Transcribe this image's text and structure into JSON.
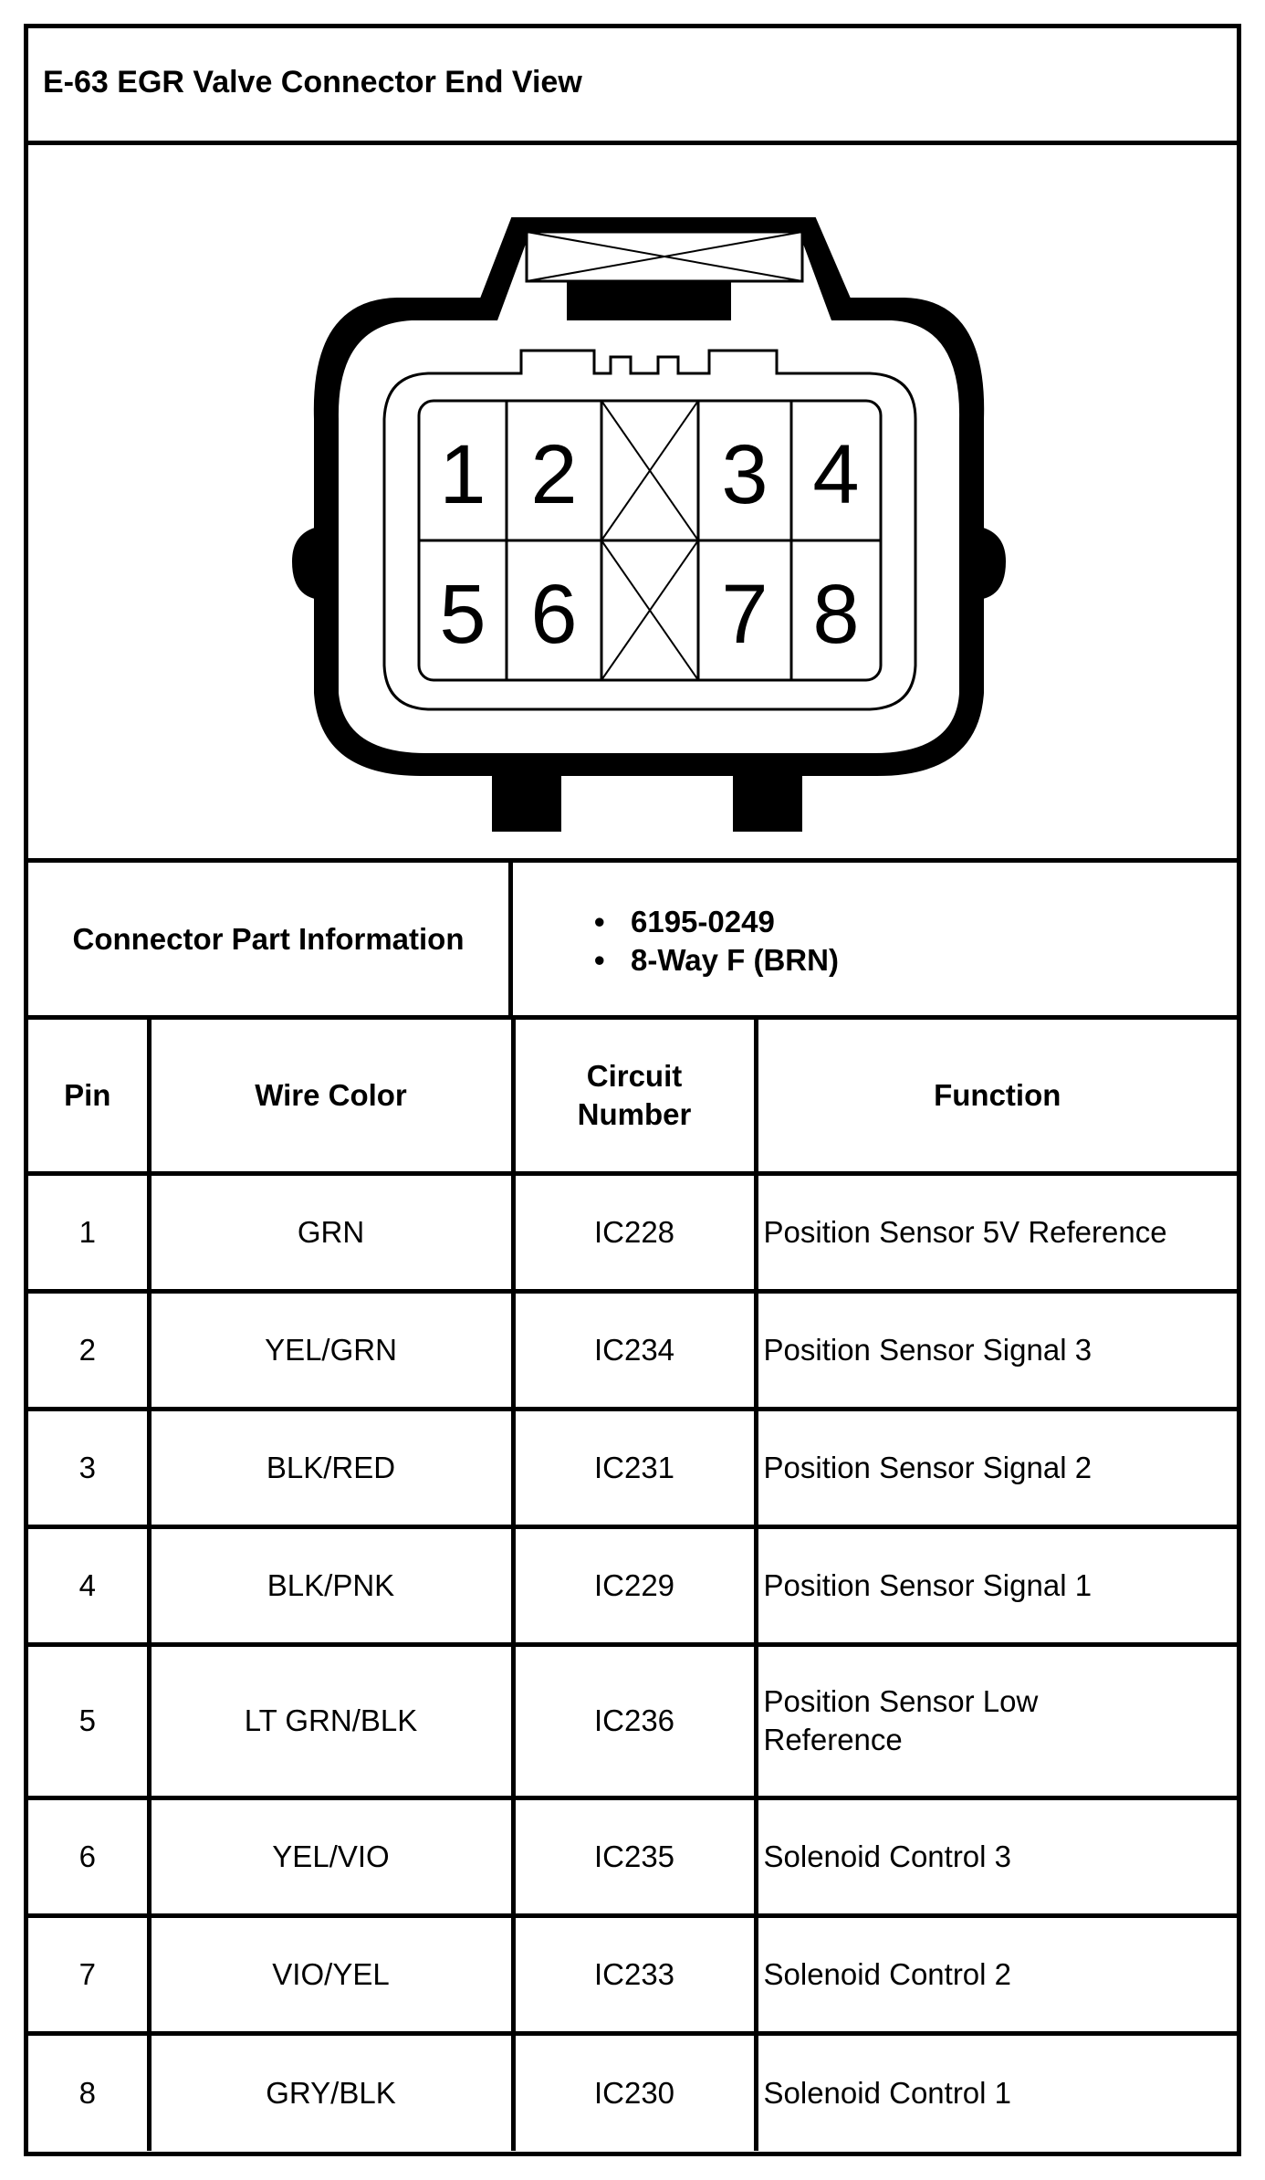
{
  "title": "E-63 EGR Valve Connector End View",
  "connector": {
    "cavities": [
      "1",
      "2",
      "",
      "3",
      "4",
      "5",
      "6",
      "",
      "7",
      "8"
    ]
  },
  "part_info": {
    "label": "Connector Part Information",
    "items": [
      "6195-0249",
      "8-Way F (BRN)"
    ],
    "bullet": "•"
  },
  "table": {
    "headers": {
      "pin": "Pin",
      "wire_color": "Wire Color",
      "circuit_line1": "Circuit",
      "circuit_line2": "Number",
      "function": "Function"
    },
    "rows": [
      {
        "pin": "1",
        "wire_color": "GRN",
        "circuit": "IC228",
        "function": "Position Sensor 5V Reference"
      },
      {
        "pin": "2",
        "wire_color": "YEL/GRN",
        "circuit": "IC234",
        "function": "Position Sensor Signal 3"
      },
      {
        "pin": "3",
        "wire_color": "BLK/RED",
        "circuit": "IC231",
        "function": "Position Sensor Signal 2"
      },
      {
        "pin": "4",
        "wire_color": "BLK/PNK",
        "circuit": "IC229",
        "function": "Position Sensor Signal 1"
      },
      {
        "pin": "5",
        "wire_color": "LT GRN/BLK",
        "circuit": "IC236",
        "function": "Position Sensor Low",
        "function_line2": "Reference"
      },
      {
        "pin": "6",
        "wire_color": "YEL/VIO",
        "circuit": "IC235",
        "function": "Solenoid Control 3"
      },
      {
        "pin": "7",
        "wire_color": "VIO/YEL",
        "circuit": "IC233",
        "function": "Solenoid Control 2"
      },
      {
        "pin": "8",
        "wire_color": "GRY/BLK",
        "circuit": "IC230",
        "function": "Solenoid Control 1"
      }
    ]
  }
}
